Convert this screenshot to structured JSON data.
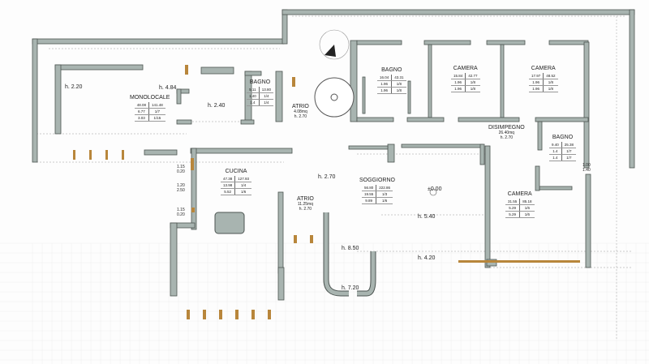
{
  "colors": {
    "wall": "#a8b4b0",
    "wall_stroke": "#4d5552",
    "window": "#b8863b",
    "line": "#bbbbbb"
  },
  "rooms": {
    "monolocale": {
      "name": "MONOLOCALE",
      "table": [
        [
          "48.08",
          "141.48"
        ],
        [
          "6.77",
          "1/7"
        ],
        [
          "3.03",
          "1/15"
        ]
      ]
    },
    "bagno1": {
      "name": "BAGNO",
      "table": [
        [
          "5.11",
          "13.80"
        ],
        [
          "1.40",
          "1/4"
        ],
        [
          "1.4",
          "1/4"
        ]
      ]
    },
    "atrio1": {
      "name": "ATRIO",
      "area": "4.08mq",
      "height": "h. 2.70"
    },
    "bagno2": {
      "name": "BAGNO",
      "table": [
        [
          "16.04",
          "43.31"
        ],
        [
          "1.96",
          "1/8"
        ],
        [
          "1.96",
          "1/8"
        ]
      ]
    },
    "camera1": {
      "name": "CAMERA",
      "table": [
        [
          "15.84",
          "42.77"
        ],
        [
          "1.96",
          "1/8"
        ],
        [
          "1.96",
          "1/8"
        ]
      ]
    },
    "camera2": {
      "name": "CAMERA",
      "table": [
        [
          "17.97",
          "48.52"
        ],
        [
          "1.96",
          "1/8"
        ],
        [
          "1.96",
          "1/8"
        ]
      ]
    },
    "disimpegno": {
      "name": "DISIMPEGNO",
      "area": "26.40mq",
      "height": "h. 2.70"
    },
    "bagno3": {
      "name": "BAGNO",
      "table": [
        [
          "9.40",
          "25.38"
        ],
        [
          "1.4",
          "1/7"
        ],
        [
          "1.4",
          "1/7"
        ]
      ]
    },
    "camera3": {
      "name": "CAMERA",
      "table": [
        [
          "31.55",
          "85.18"
        ],
        [
          "5.29",
          "1/6"
        ],
        [
          "5.29",
          "1/6"
        ]
      ]
    },
    "cucina": {
      "name": "CUCINA",
      "table": [
        [
          "47.38",
          "127.93"
        ],
        [
          "13.98",
          "1/4"
        ],
        [
          "5.52",
          "1/6"
        ]
      ]
    },
    "atrio2": {
      "name": "ATRIO",
      "area": "11.25mq",
      "height": "h. 2.70"
    },
    "soggiorno": {
      "name": "SOGGIORNO",
      "table": [
        [
          "56.80",
          "222.86"
        ],
        [
          "19.55",
          "1/3"
        ],
        [
          "9.89",
          "1/6"
        ]
      ]
    }
  },
  "heights": {
    "h220": "h. 2.20",
    "h484": "h. 4.84",
    "h240": "h. 2.40",
    "h270": "h. 2.70",
    "h540": "h. 5.40",
    "h850": "h. 8.50",
    "h420": "h. 4.20",
    "h720": "h. 7.20"
  },
  "level": "±0.00",
  "dims": {
    "d1": "1.00\n1.40",
    "d2": "1.15\n0.20",
    "d3": "1.20\n2.50",
    "d4": "1.15\n0.20"
  }
}
